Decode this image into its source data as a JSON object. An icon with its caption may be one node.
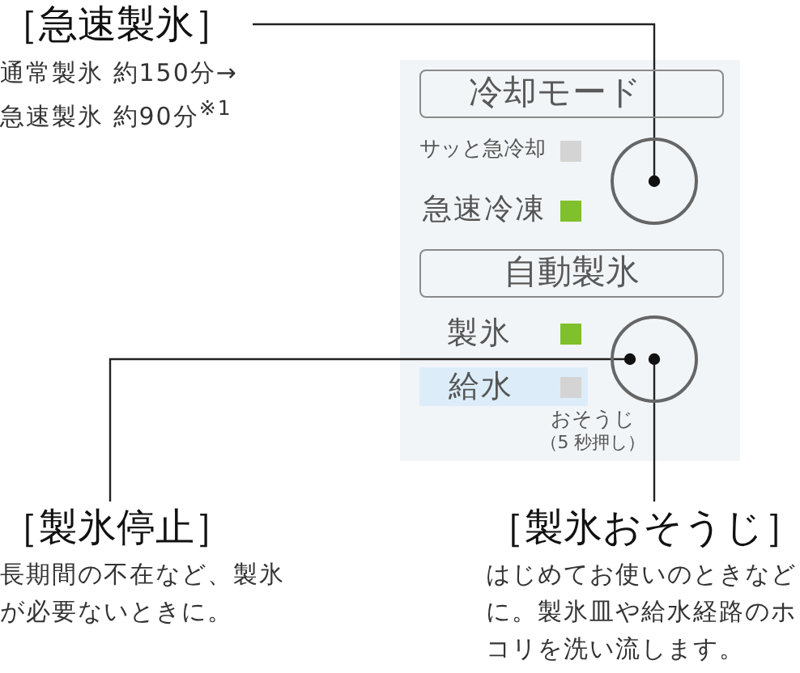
{
  "diagram": {
    "nodes": [
      {
        "text": [
          "［急速製氷］",
          "通常製氷 約150分→",
          "急速製氷 約90分$^{※1}$"
        ]
      },
      {
        "text": [],
        "shape": "box"
      },
      {
        "text": [
          "冷却モード"
        ],
        "in": 1
      },
      {
        "text": [
          "サッと急冷却"
        ],
        "in": 1
      },
      {
        "text": [
          "急速冷凍"
        ],
        "in": 1
      },
      {
        "text": [],
        "shape": "circle",
        "in": 1
      },
      {
        "text": [
          "自動製氷"
        ],
        "in": 1
      },
      {
        "text": [
          "製氷"
        ],
        "in": 1
      },
      {
        "text": [
          "給水"
        ],
        "in": 1
      },
      {
        "text": [],
        "shape": "circle",
        "in": 1,
        "beside": [
          "おそうじ",
          "（5 秒押し）"
        ]
      },
      {
        "text": [
          "［製氷停止］",
          "長期間の不在など、製氷が必要ないときに。"
        ]
      },
      {
        "text": [
          "［製氷おそうじ］",
          "はじめてお使いのときなどに。製氷皿や給水経路のホコリを洗い流します。"
        ]
      }
    ],
    "edges": [
      {
        "from": 0,
        "to": 5,
        "arrow": "other"
      },
      {
        "from": 10,
        "to": 9,
        "arrow": "other"
      },
      {
        "from": 11,
        "to": 9,
        "arrow": "other"
      }
    ]
  }
}
